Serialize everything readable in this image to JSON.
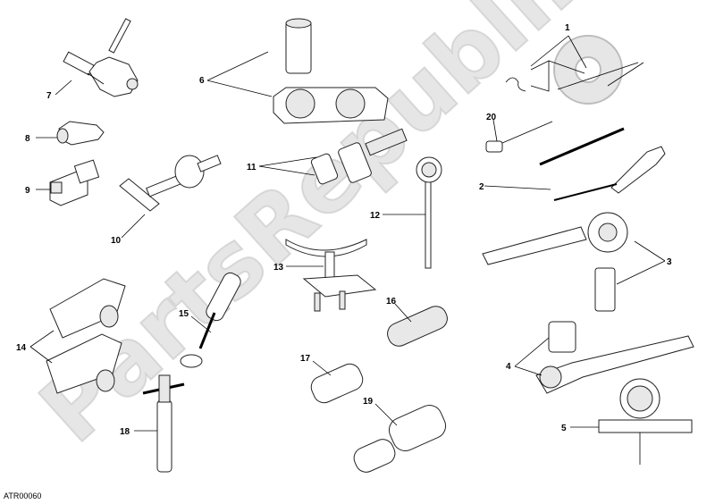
{
  "watermark": {
    "text": "PartsRepublik"
  },
  "drawing_code": "ATR00060",
  "parts": [
    {
      "id": "1",
      "label": "1"
    },
    {
      "id": "2",
      "label": "2"
    },
    {
      "id": "3",
      "label": "3"
    },
    {
      "id": "4",
      "label": "4"
    },
    {
      "id": "5",
      "label": "5"
    },
    {
      "id": "6",
      "label": "6"
    },
    {
      "id": "7",
      "label": "7"
    },
    {
      "id": "8",
      "label": "8"
    },
    {
      "id": "9",
      "label": "9"
    },
    {
      "id": "10",
      "label": "10"
    },
    {
      "id": "11",
      "label": "11"
    },
    {
      "id": "12",
      "label": "12"
    },
    {
      "id": "13",
      "label": "13"
    },
    {
      "id": "14",
      "label": "14"
    },
    {
      "id": "15",
      "label": "15"
    },
    {
      "id": "16",
      "label": "16"
    },
    {
      "id": "17",
      "label": "17"
    },
    {
      "id": "18",
      "label": "18"
    },
    {
      "id": "19",
      "label": "19"
    },
    {
      "id": "20",
      "label": "20"
    }
  ]
}
